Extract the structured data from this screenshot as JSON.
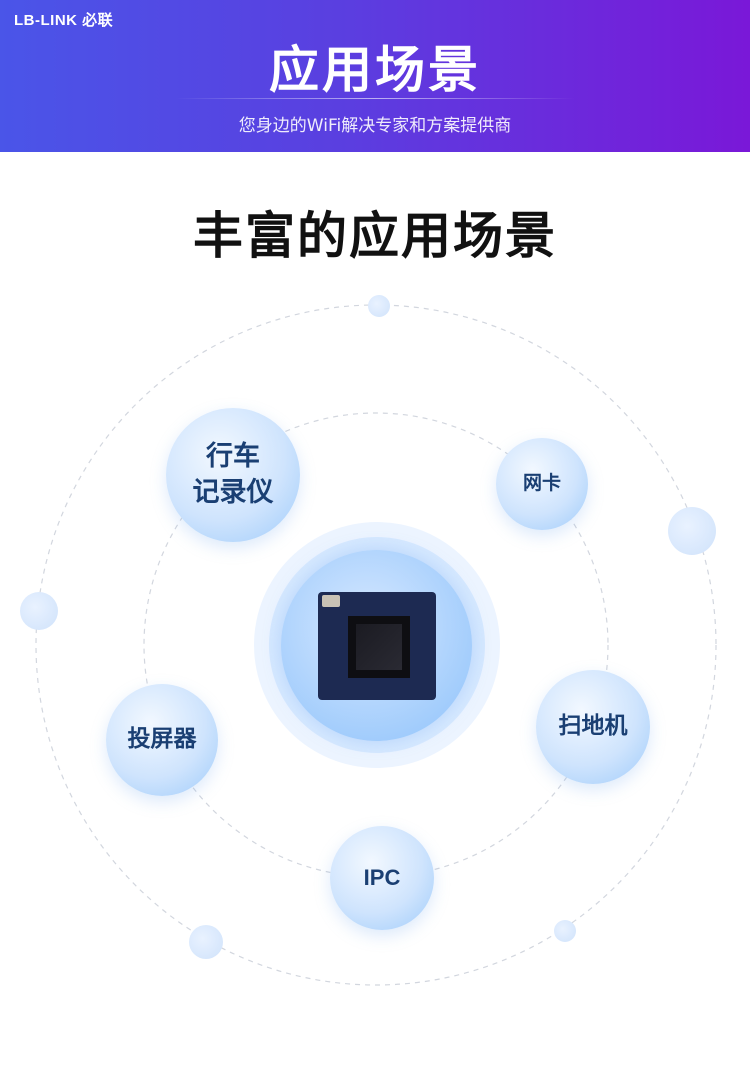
{
  "header": {
    "logo": "LB-LINK 必联",
    "title": "应用场景",
    "subtitle": "您身边的WiFi解决专家和方案提供商"
  },
  "main": {
    "title": "丰富的应用场景"
  },
  "applications": [
    {
      "name": "dashcam",
      "line1": "行车",
      "line2": "记录仪"
    },
    {
      "name": "network-card",
      "line1": "网卡"
    },
    {
      "name": "screen-mirroring",
      "line1": "投屏器"
    },
    {
      "name": "robot-vacuum",
      "line1": "扫地机"
    },
    {
      "name": "ipc",
      "line1": "IPC"
    }
  ],
  "colors": {
    "header_gradient_start": "#4a55e8",
    "header_gradient_end": "#7a18d8",
    "bubble_text": "#1a3f73",
    "title_text": "#111111"
  }
}
